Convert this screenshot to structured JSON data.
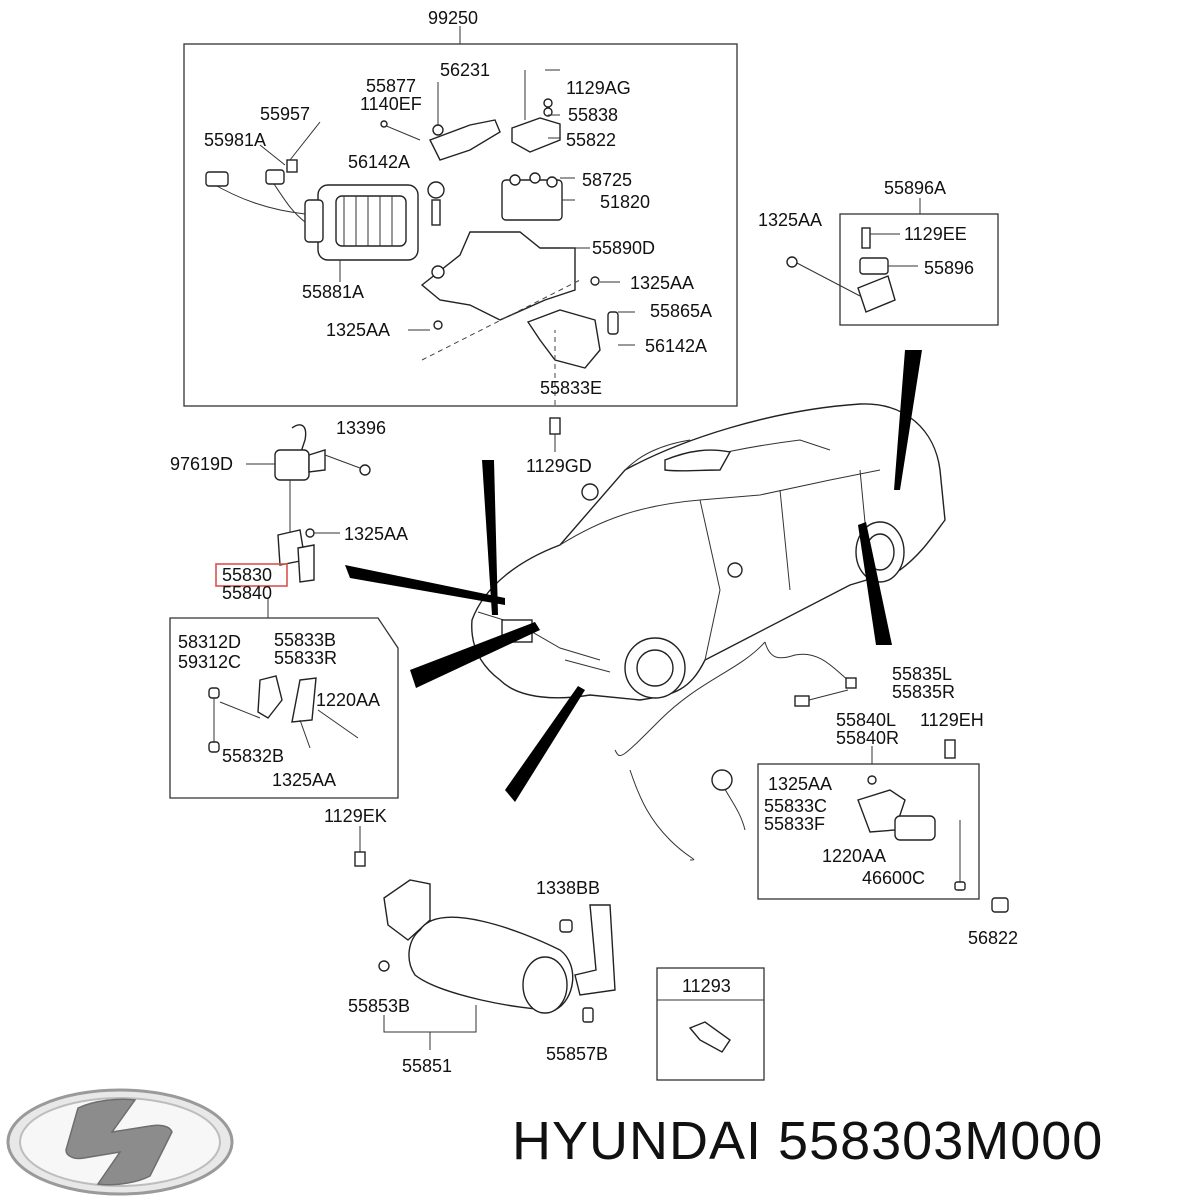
{
  "diagram": {
    "labels": {
      "l99250": "99250",
      "l56231": "56231",
      "l1129AG": "1129AG",
      "l55877": "55877",
      "l1140EF": "1140EF",
      "l55957": "55957",
      "l55838": "55838",
      "l55981A": "55981A",
      "l55822": "55822",
      "l56142A_top": "56142A",
      "l58725": "58725",
      "l51820": "51820",
      "l55890D": "55890D",
      "l55881A": "55881A",
      "l1325AA_a": "1325AA",
      "l55865A": "55865A",
      "l1325AA_b": "1325AA",
      "l56142A_b": "56142A",
      "l55833E": "55833E",
      "l55896A": "55896A",
      "l1325AA_c": "1325AA",
      "l1129EE": "1129EE",
      "l55896": "55896",
      "l13396": "13396",
      "l97619D": "97619D",
      "l1129GD": "1129GD",
      "l1325AA_d": "1325AA",
      "l55830": "55830",
      "l55840": "55840",
      "l58312D": "58312D",
      "l59312C": "59312C",
      "l55833B": "55833B",
      "l55833R": "55833R",
      "l1220AA_a": "1220AA",
      "l55832B": "55832B",
      "l1325AA_e": "1325AA",
      "l55835L": "55835L",
      "l55835R": "55835R",
      "l55840L": "55840L",
      "l55840R": "55840R",
      "l1129EH": "1129EH",
      "l1325AA_f": "1325AA",
      "l55833C": "55833C",
      "l55833F": "55833F",
      "l1220AA_b": "1220AA",
      "l46600C": "46600C",
      "l56822": "56822",
      "l1129EK": "1129EK",
      "l1338BB": "1338BB",
      "l11293": "11293",
      "l55853B": "55853B",
      "l55851": "55851",
      "l55857B": "55857B"
    },
    "highlight_color": "#d9534f"
  },
  "footer": {
    "brand": "HYUNDAI",
    "part_number": "558303M000",
    "logo_icon": "hyundai-logo-icon"
  }
}
